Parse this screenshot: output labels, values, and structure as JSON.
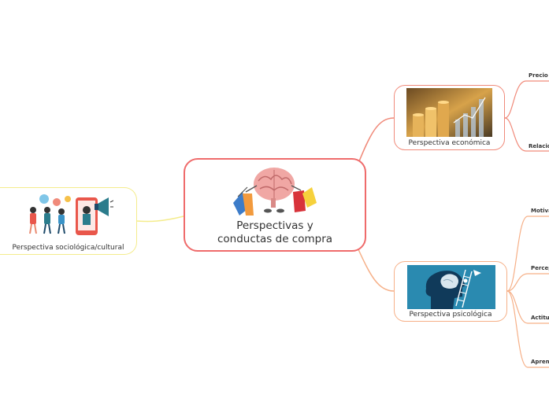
{
  "central": {
    "title_line1": "Perspectivas y",
    "title_line2": "conductas de compra",
    "image_icon": "brain-with-shopping-bags-icon"
  },
  "branches": {
    "economica": {
      "label": "Perspectiva económica",
      "image_icon": "coins-and-growth-chart-icon",
      "children": [
        "Precio",
        "Relació"
      ]
    },
    "psicologica": {
      "label": "Perspectiva psicológica",
      "image_icon": "head-with-ladder-icon",
      "children": [
        "Motiva",
        "Percep",
        "Actitu",
        "Aprend"
      ]
    },
    "sociologica": {
      "label": "Perspectiva sociológica/cultural",
      "image_icon": "people-with-megaphone-icon"
    }
  },
  "colors": {
    "central_border": "#ef6b6b",
    "economica": "#f08a7a",
    "psicologica": "#f6b088",
    "sociologica": "#f4ec8c"
  }
}
